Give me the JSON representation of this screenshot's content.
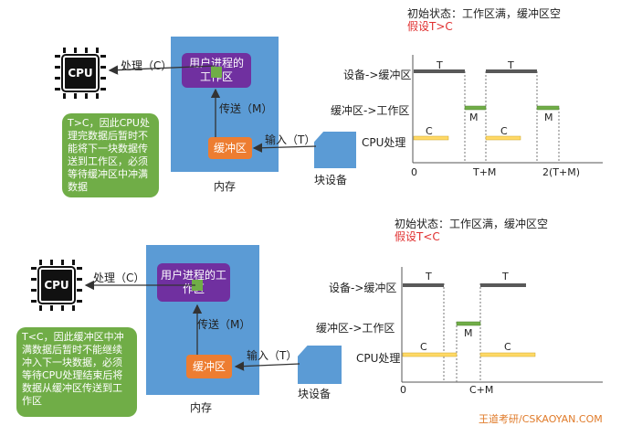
{
  "colors": {
    "memory": "#5b9bd5",
    "process": "#7030a0",
    "buffer": "#ed7d31",
    "note": "#70ad47",
    "bar_T": "#595959",
    "bar_M": "#70ad47",
    "bar_C": "#ffd966",
    "accent": "#e03030"
  },
  "top": {
    "state_text": "初始状态：工作区满，缓冲区空",
    "assume_text": "假设T>C",
    "cpu_label": "CPU",
    "process_label": "用户进程的工作区",
    "buffer_label": "缓冲区",
    "memory_label": "内存",
    "device_label": "块设备",
    "arrow_process": "处理（C）",
    "arrow_send": "传送（M）",
    "arrow_input": "输入（T）",
    "note_text": "T>C，因此CPU处理完数据后暂时不能将下一块数据传送到工作区，必须等待缓冲区中冲满数据",
    "row_labels": [
      "设备->缓冲区",
      "缓冲区->工作区",
      "CPU处理"
    ],
    "bar_labels": [
      "T",
      "T",
      "M",
      "M",
      "C",
      "C"
    ],
    "axis_ticks": [
      "0",
      "T+M",
      "2(T+M)"
    ]
  },
  "bottom": {
    "state_text": "初始状态：工作区满，缓冲区空",
    "assume_text": "假设T<C",
    "cpu_label": "CPU",
    "process_label": "用户进程的工作区",
    "buffer_label": "缓冲区",
    "memory_label": "内存",
    "device_label": "块设备",
    "arrow_process": "处理（C）",
    "arrow_send": "传送（M）",
    "arrow_input": "输入（T）",
    "note_text": "T<C，因此缓冲区中冲满数据后暂时不能继续冲入下一块数据，必须等待CPU处理结束后将数据从缓冲区传送到工作区",
    "row_labels": [
      "设备->缓冲区",
      "缓冲区->工作区",
      "CPU处理"
    ],
    "bar_labels": [
      "T",
      "T",
      "M",
      "C",
      "C"
    ],
    "axis_ticks": [
      "0",
      "C+M"
    ]
  },
  "watermark": "王道考研/CSKAOYAN.COM"
}
